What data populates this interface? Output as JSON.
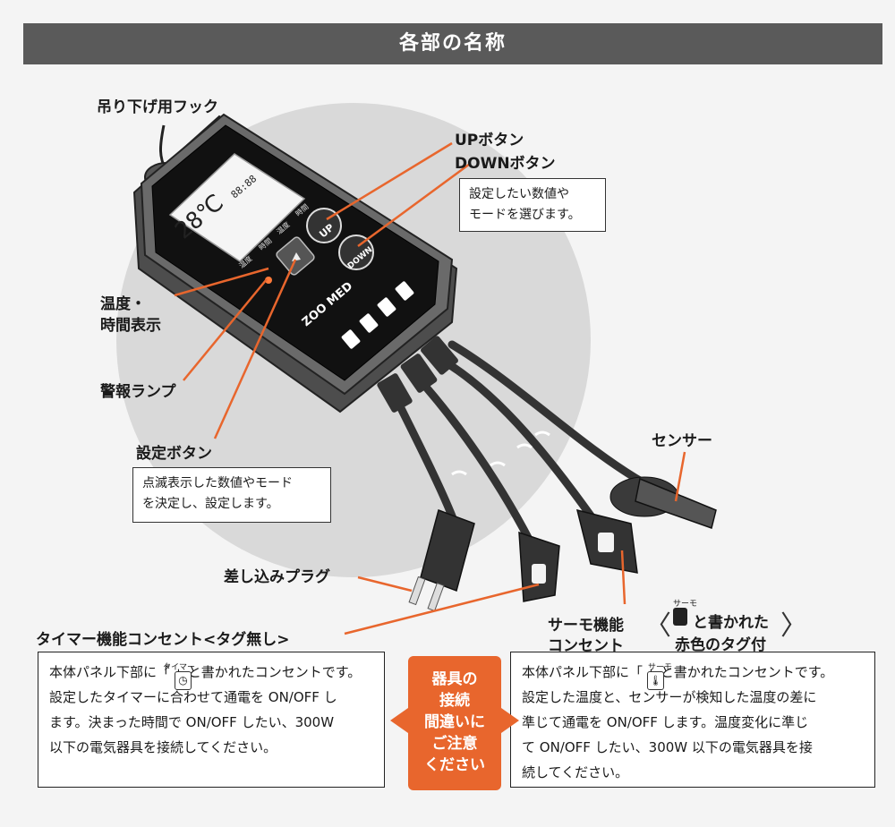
{
  "header": {
    "title": "各部の名称"
  },
  "labels": {
    "hook": "吊り下げ用フック",
    "up_button": "UPボタン",
    "down_button": "DOWNボタン",
    "display_line1": "温度・",
    "display_line2": "時間表示",
    "alarm_lamp": "警報ランプ",
    "set_button": "設定ボタン",
    "sensor": "センサー",
    "plug": "差し込みプラグ",
    "timer_outlet": "タイマー機能コンセント<タグ無し>",
    "thermo_outlet_line1": "サーモ機能",
    "thermo_outlet_line2": "コンセント",
    "thermo_tag_line1": "と書かれた",
    "thermo_tag_line2": "赤色のタグ付",
    "thermo_tag_ruby": "サーモ"
  },
  "notes": {
    "updown": [
      "設定したい数値や",
      "モードを選びます。"
    ],
    "set": [
      "点滅表示した数値やモード",
      "を決定し、設定します。"
    ]
  },
  "device": {
    "display_temp": "28℃",
    "display_small": "88:88",
    "btn_up": "UP",
    "btn_down": "DOWN",
    "brand": "ZOO MED",
    "col_labels": [
      "温度",
      "時間",
      "温度",
      "時間"
    ]
  },
  "timer_desc": {
    "ruby": "タイマー",
    "lines": [
      "本体パネル下部に「  」と書かれたコンセントです。",
      "設定したタイマーに合わせて通電を ON/OFF し",
      "ます。決まった時間で ON/OFF したい、300W",
      "以下の電気器具を接続してください。"
    ]
  },
  "thermo_desc": {
    "ruby": "サーモ",
    "lines": [
      "本体パネル下部に「  」と書かれたコンセントです。",
      "設定した温度と、センサーが検知した温度の差に",
      "準じて通電を ON/OFF します。温度変化に準じ",
      "て ON/OFF したい、300W 以下の電気器具を接",
      "続してください。"
    ]
  },
  "warning": {
    "lines": [
      "器具の",
      "接続",
      "間違いに",
      "ご注意",
      "ください"
    ]
  },
  "colors": {
    "accent": "#e8662d",
    "header_bg": "#5a5a5a",
    "circle": "#d9d9d9"
  }
}
